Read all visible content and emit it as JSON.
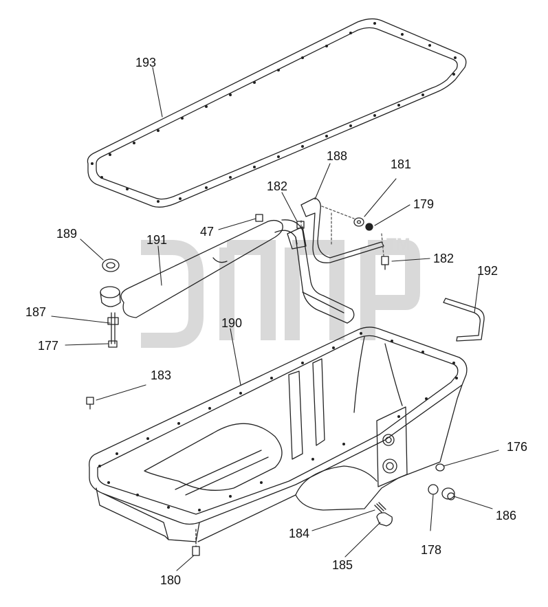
{
  "diagram": {
    "part_labels": [
      "193",
      "188",
      "181",
      "182",
      "179",
      "47",
      "189",
      "191",
      "182",
      "192",
      "187",
      "190",
      "177",
      "183",
      "176",
      "186",
      "184",
      "178",
      "185",
      "180"
    ],
    "watermark_tm": "TM",
    "line_color": "#222222",
    "watermark_color": "#d9d9d9"
  }
}
